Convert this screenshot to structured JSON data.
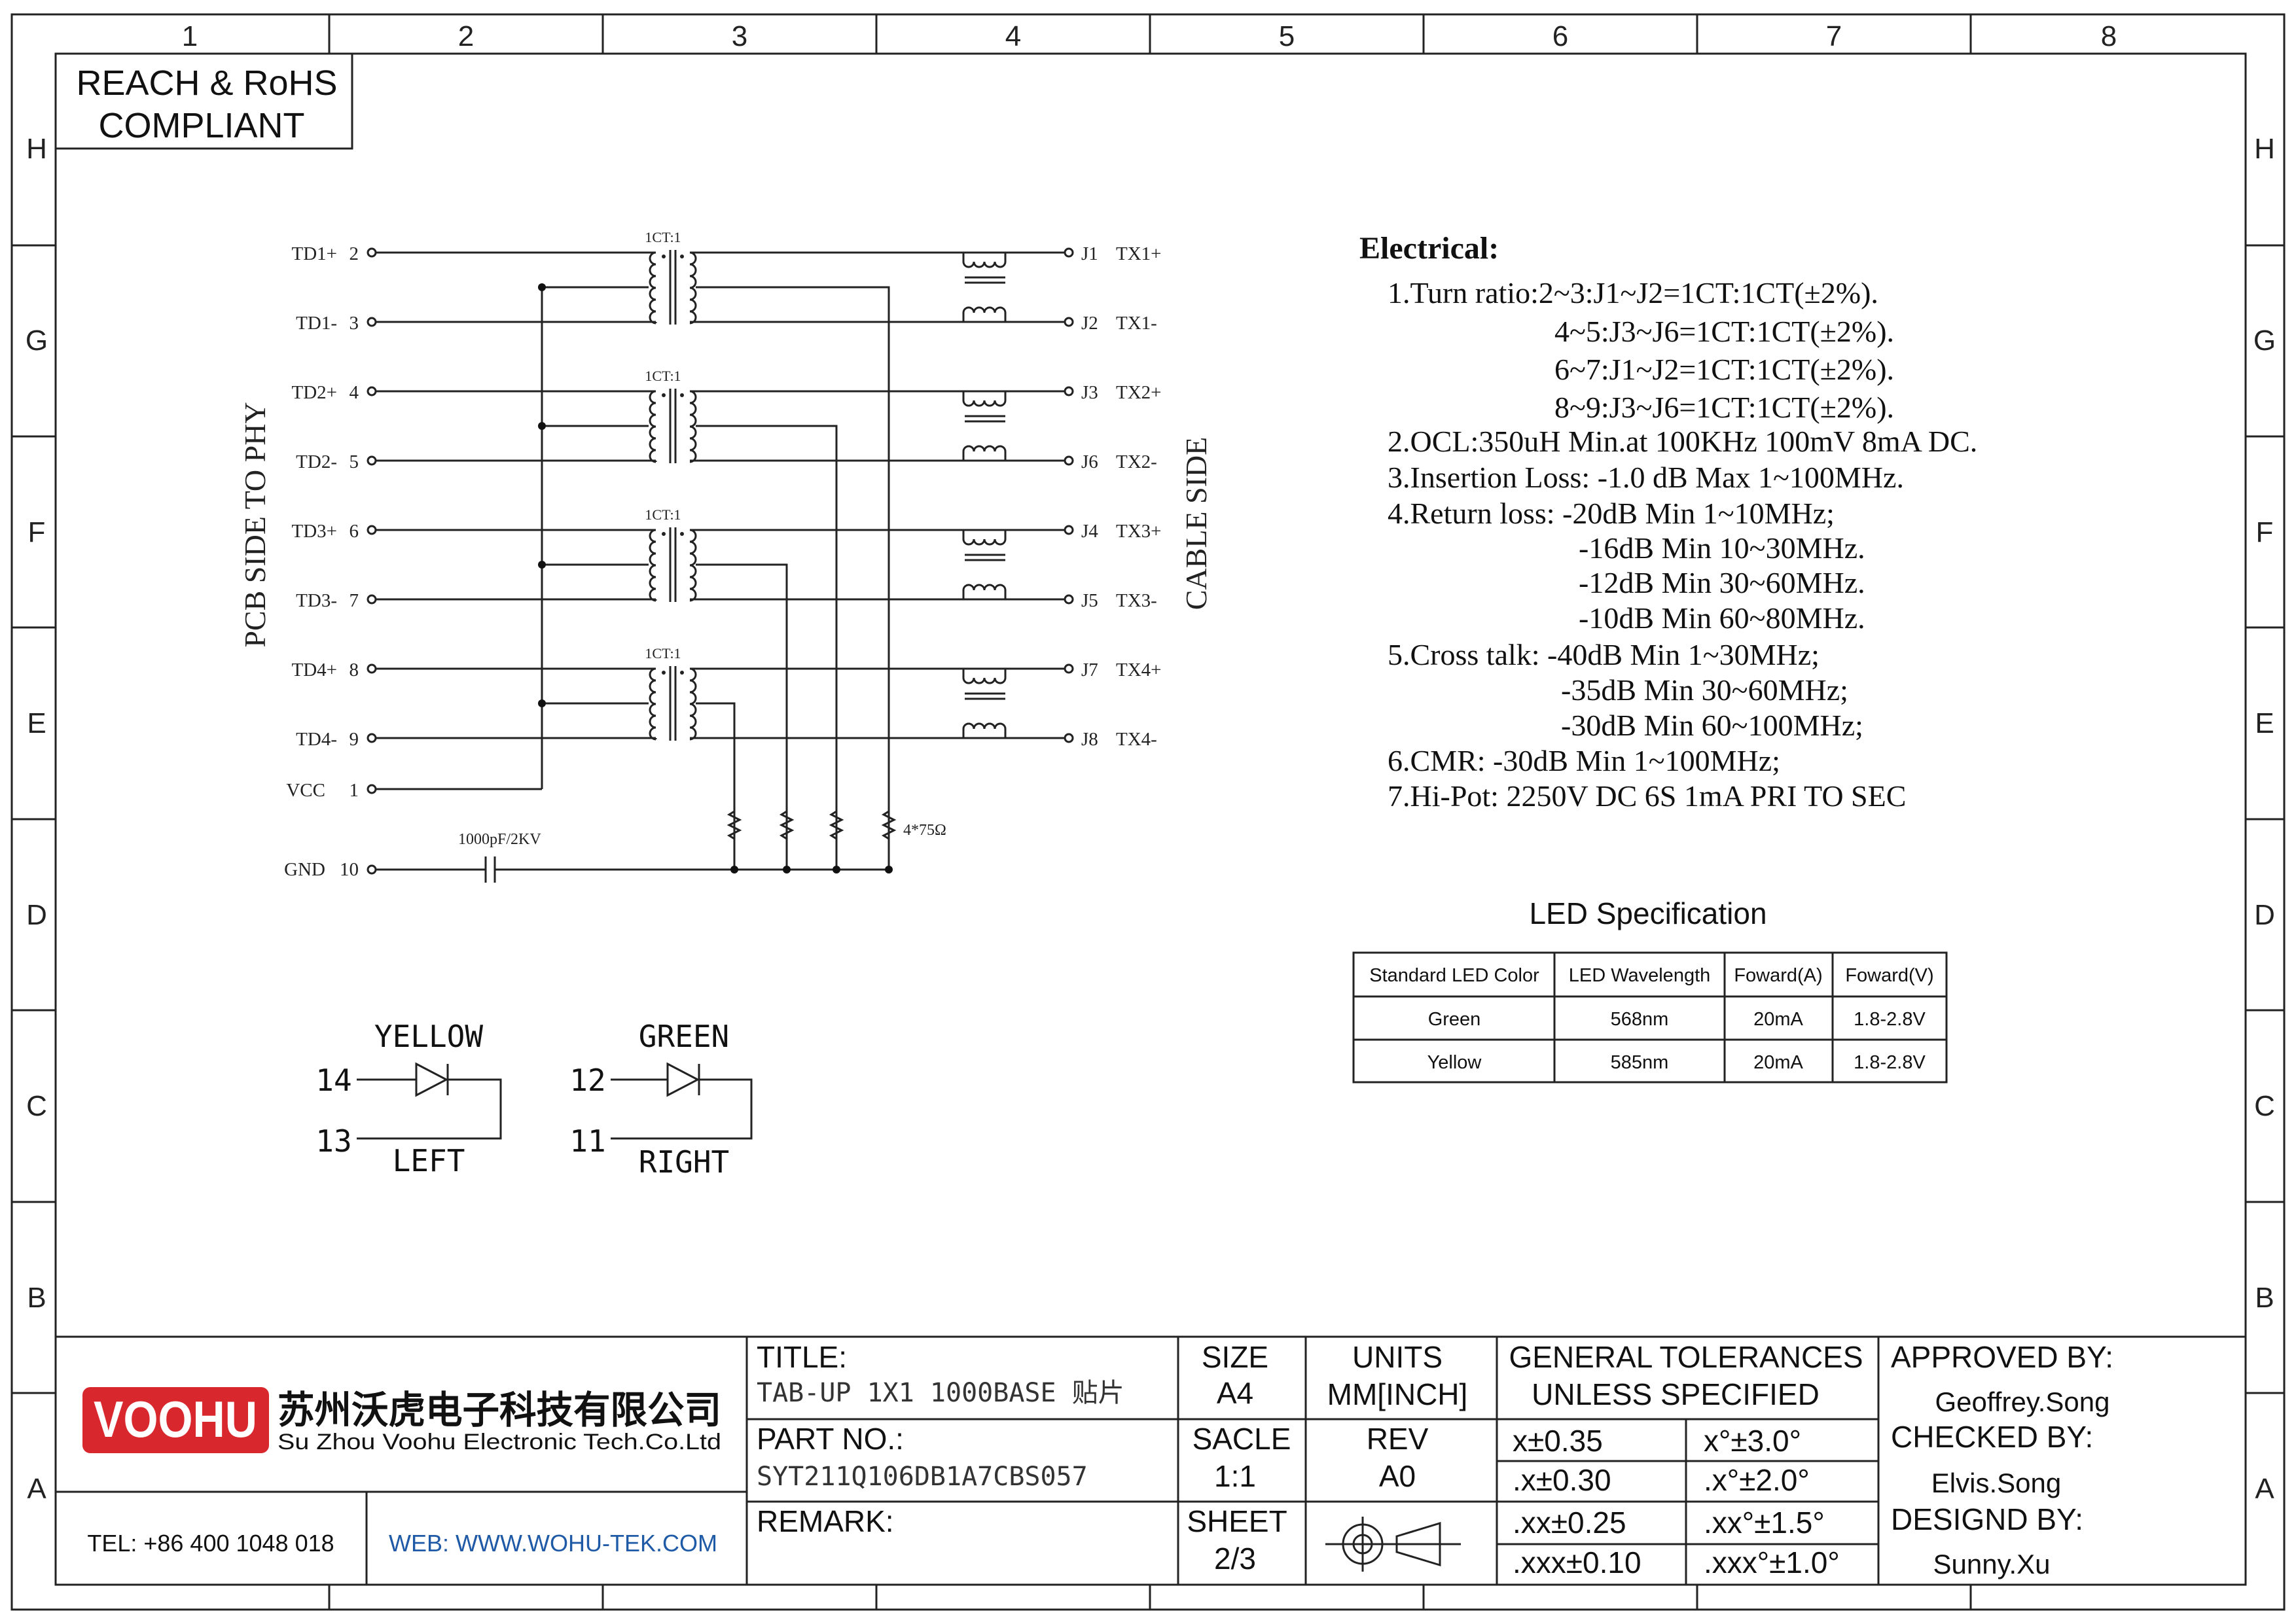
{
  "frame": {
    "columns": [
      "1",
      "2",
      "3",
      "4",
      "5",
      "6",
      "7",
      "8"
    ],
    "rows": [
      "H",
      "G",
      "F",
      "E",
      "D",
      "C",
      "B",
      "A"
    ]
  },
  "compliance": {
    "line1": "REACH & RoHS",
    "line2": "COMPLIANT"
  },
  "schematic": {
    "side_left": "PCB SIDE TO PHY",
    "side_right": "CABLE SIDE",
    "ratio_label": "1CT:1",
    "cap_label": "1000pF/2KV",
    "res_label": "4*75Ω",
    "left_pins": [
      {
        "name": "TD1+",
        "num": "2"
      },
      {
        "name": "TD1-",
        "num": "3"
      },
      {
        "name": "TD2+",
        "num": "4"
      },
      {
        "name": "TD2-",
        "num": "5"
      },
      {
        "name": "TD3+",
        "num": "6"
      },
      {
        "name": "TD3-",
        "num": "7"
      },
      {
        "name": "TD4+",
        "num": "8"
      },
      {
        "name": "TD4-",
        "num": "9"
      },
      {
        "name": "VCC",
        "num": "1"
      },
      {
        "name": "GND",
        "num": "10"
      }
    ],
    "right_pins": [
      {
        "pin": "J1",
        "name": "TX1+"
      },
      {
        "pin": "J2",
        "name": "TX1-"
      },
      {
        "pin": "J3",
        "name": "TX2+"
      },
      {
        "pin": "J6",
        "name": "TX2-"
      },
      {
        "pin": "J4",
        "name": "TX3+"
      },
      {
        "pin": "J5",
        "name": "TX3-"
      },
      {
        "pin": "J7",
        "name": "TX4+"
      },
      {
        "pin": "J8",
        "name": "TX4-"
      }
    ]
  },
  "electrical": {
    "heading": "Electrical:",
    "lines": [
      "1.Turn ratio:2~3:J1~J2=1CT:1CT(±2%).",
      "4~5:J3~J6=1CT:1CT(±2%).",
      "6~7:J1~J2=1CT:1CT(±2%).",
      "8~9:J3~J6=1CT:1CT(±2%).",
      "2.OCL:350uH Min.at 100KHz 100mV 8mA DC.",
      "3.Insertion Loss: -1.0 dB Max 1~100MHz.",
      "4.Return loss: -20dB Min 1~10MHz;",
      "-16dB Min 10~30MHz.",
      "-12dB Min 30~60MHz.",
      "-10dB Min 60~80MHz.",
      "5.Cross talk: -40dB Min 1~30MHz;",
      "-35dB Min 30~60MHz;",
      "-30dB Min 60~100MHz;",
      "6.CMR: -30dB Min 1~100MHz;",
      "7.Hi-Pot: 2250V DC 6S 1mA PRI TO SEC"
    ]
  },
  "led_spec": {
    "title": "LED Specification",
    "headers": [
      "Standard LED Color",
      "LED Wavelength",
      "Foward(A)",
      "Foward(V)"
    ],
    "rows": [
      [
        "Green",
        "568nm",
        "20mA",
        "1.8-2.8V"
      ],
      [
        "Yellow",
        "585nm",
        "20mA",
        "1.8-2.8V"
      ]
    ]
  },
  "leds": {
    "left": {
      "color": "YELLOW",
      "side": "LEFT",
      "pin_a": "14",
      "pin_b": "13"
    },
    "right": {
      "color": "GREEN",
      "side": "RIGHT",
      "pin_a": "12",
      "pin_b": "11"
    }
  },
  "title_block": {
    "logo_text": "VOOHU",
    "company_cn": "苏州沃虎电子科技有限公司",
    "company_en": "Su Zhou Voohu Electronic Tech.Co.Ltd",
    "tel": "TEL: +86 400 1048 018",
    "web": "WEB: WWW.WOHU-TEK.COM",
    "title_label": "TITLE:",
    "title_value": "TAB-UP 1X1 1000BASE 贴片",
    "part_label": "PART NO.:",
    "part_value": "SYT211Q106DB1A7CBS057",
    "remark_label": "REMARK:",
    "size_label": "SIZE",
    "size_value": "A4",
    "units_label": "UNITS",
    "units_value": "MM[INCH]",
    "scale_label": "SACLE",
    "scale_value": "1:1",
    "rev_label": "REV",
    "rev_value": "A0",
    "sheet_label": "SHEET",
    "sheet_value": "2/3",
    "tol_line1": "GENERAL TOLERANCES",
    "tol_line2": "UNLESS SPECIFIED",
    "tolerances": [
      [
        "x±0.35",
        "x°±3.0°"
      ],
      [
        ".x±0.30",
        ".x°±2.0°"
      ],
      [
        ".xx±0.25",
        ".xx°±1.5°"
      ],
      [
        ".xxx±0.10",
        ".xxx°±1.0°"
      ]
    ],
    "approved_label": "APPROVED BY:",
    "approved_value": "Geoffrey.Song",
    "checked_label": "CHECKED BY:",
    "checked_value": "Elvis.Song",
    "designed_label": "DESIGND BY:",
    "designed_value": "Sunny.Xu"
  }
}
